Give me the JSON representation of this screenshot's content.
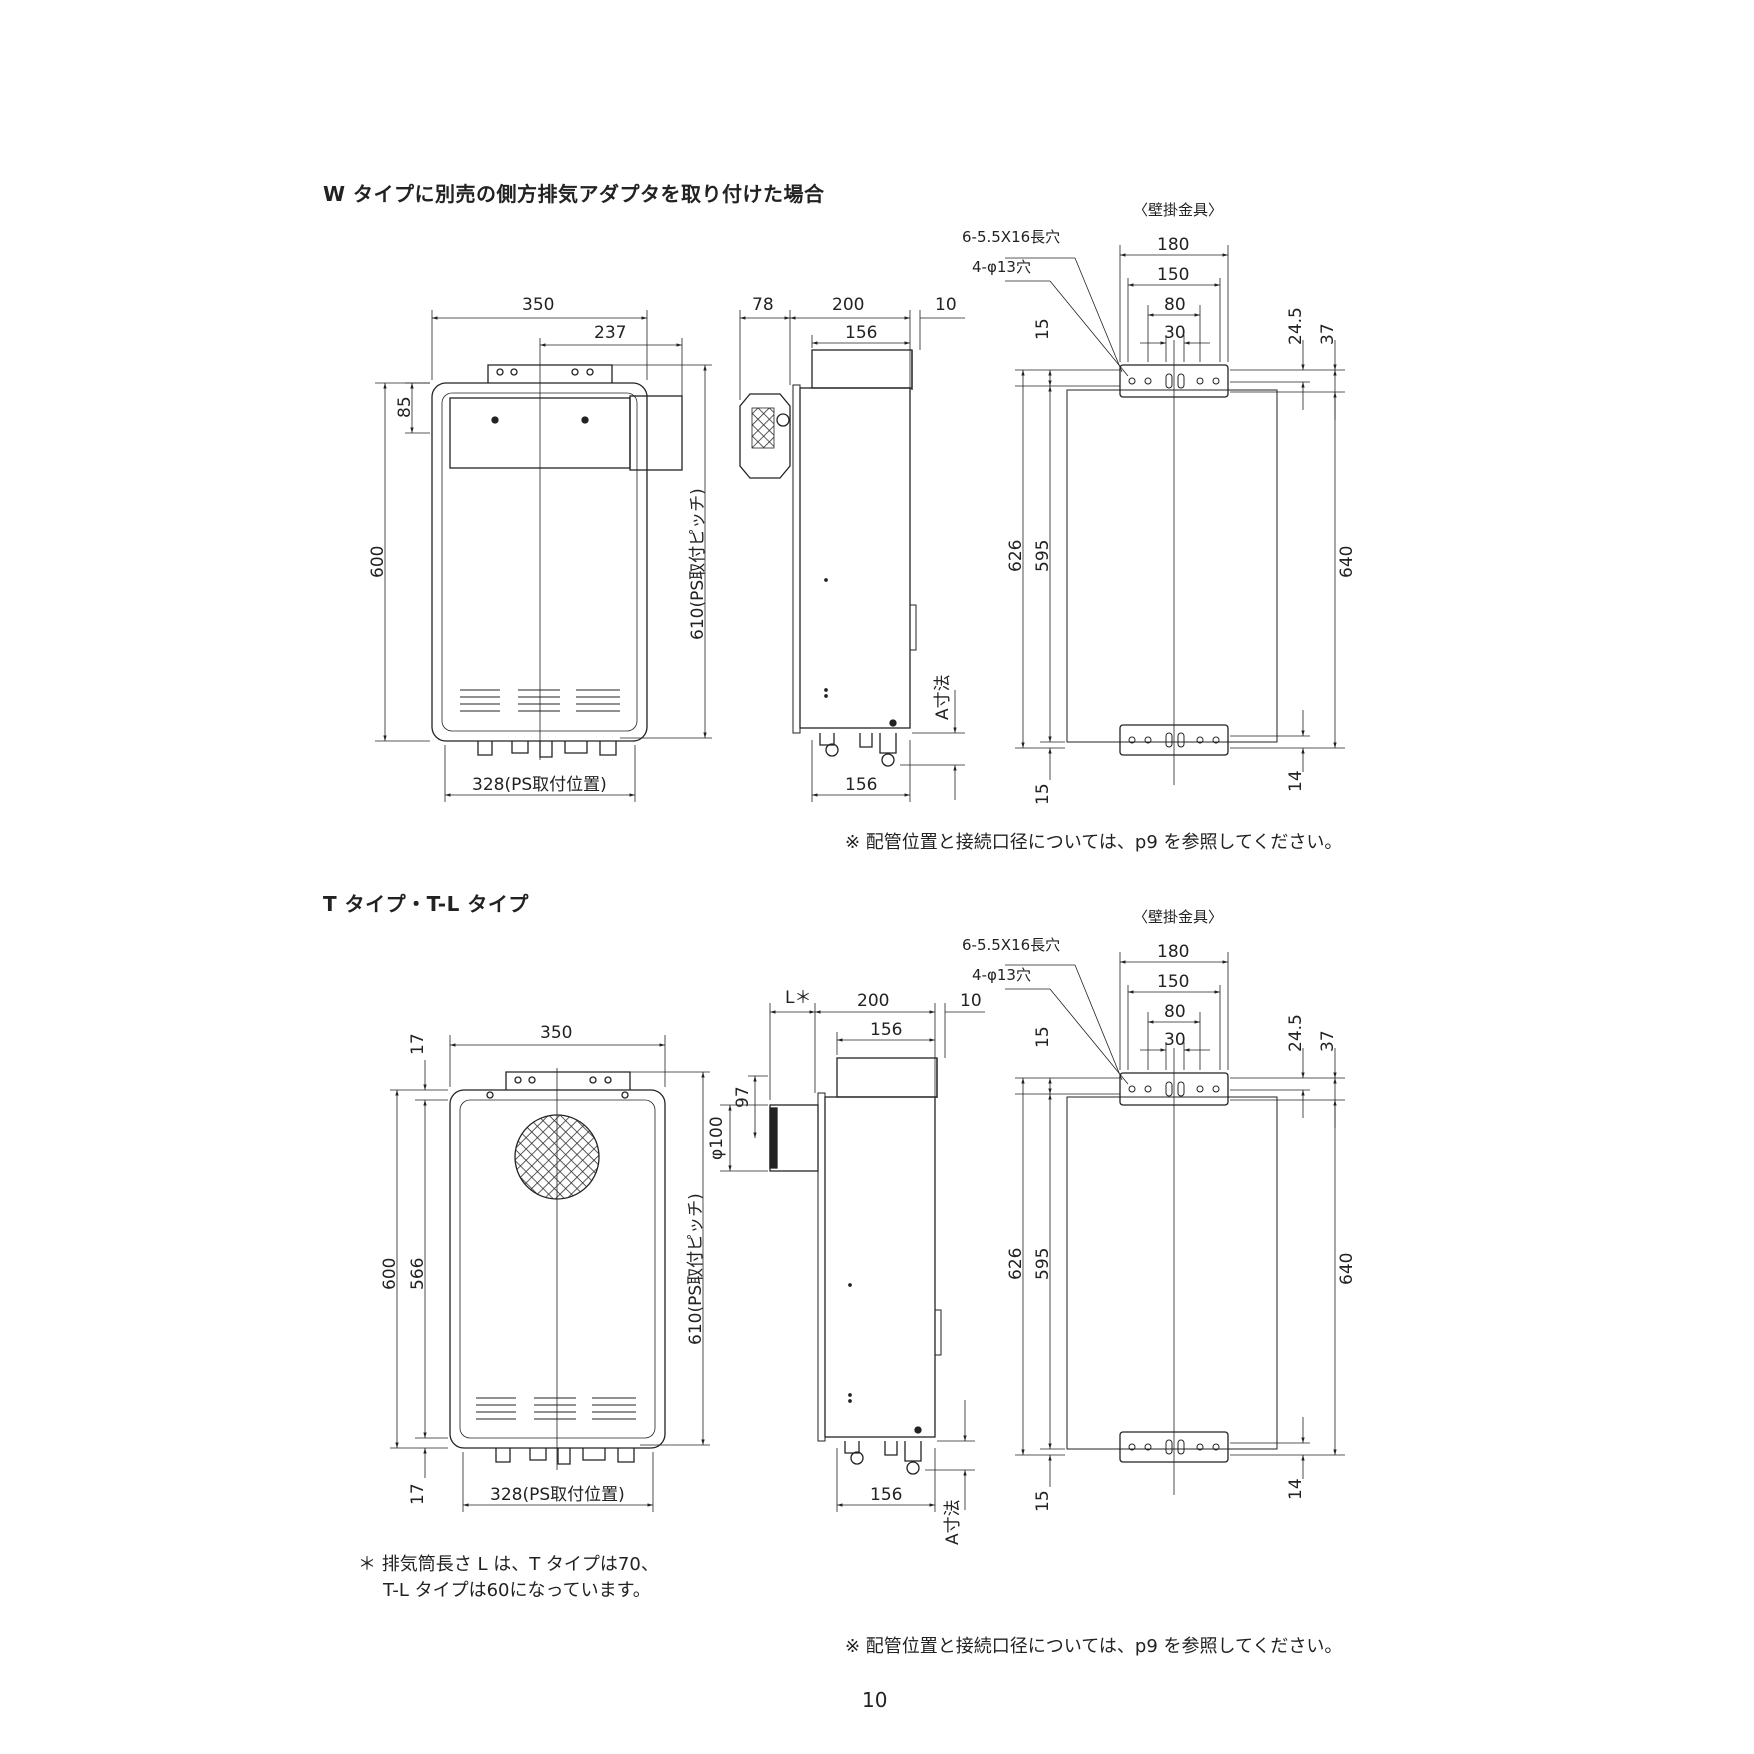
{
  "section_w": {
    "title": "W タイプに別売の側方排気アダプタを取り付けた場合",
    "note": "※ 配管位置と接続口径については、p9 を参照してください。",
    "front": {
      "d350": "350",
      "d237": "237",
      "d85": "85",
      "d600": "600",
      "d610": "610(PS取付ピッチ)",
      "d328": "328(PS取付位置)"
    },
    "side": {
      "d78": "78",
      "d200": "200",
      "d10": "10",
      "d156_top": "156",
      "d156_bottom": "156",
      "dA": "A寸法"
    },
    "bracket": {
      "caption": "〈壁掛金具〉",
      "slot": "6-5.5X16長穴",
      "hole": "4-φ13穴",
      "d180": "180",
      "d150": "150",
      "d80": "80",
      "d30": "30",
      "d15_top": "15",
      "d24_5": "24.5",
      "d37": "37",
      "d626": "626",
      "d595": "595",
      "d640": "640",
      "d15_bottom": "15",
      "d14": "14"
    }
  },
  "section_t": {
    "title": "T タイプ・T-L タイプ",
    "note": "※ 配管位置と接続口径については、p9 を参照してください。",
    "footnote_1": "＊ 排気筒長さ L は、T タイプは70、",
    "footnote_2": "T-L タイプは60になっています。",
    "front": {
      "d350": "350",
      "d17_top": "17",
      "d600": "600",
      "d566": "566",
      "d610": "610(PS取付ピッチ)",
      "d17_bottom": "17",
      "d328": "328(PS取付位置)"
    },
    "side": {
      "dL": "L＊",
      "d200": "200",
      "d10": "10",
      "d156_top": "156",
      "d97": "97",
      "d100": "φ100",
      "d156_bottom": "156",
      "dA": "A寸法"
    },
    "bracket": {
      "caption": "〈壁掛金具〉",
      "slot": "6-5.5X16長穴",
      "hole": "4-φ13穴",
      "d180": "180",
      "d150": "150",
      "d80": "80",
      "d30": "30",
      "d15_top": "15",
      "d24_5": "24.5",
      "d37": "37",
      "d626": "626",
      "d595": "595",
      "d640": "640",
      "d15_bottom": "15",
      "d14": "14"
    }
  },
  "page_number": "10"
}
